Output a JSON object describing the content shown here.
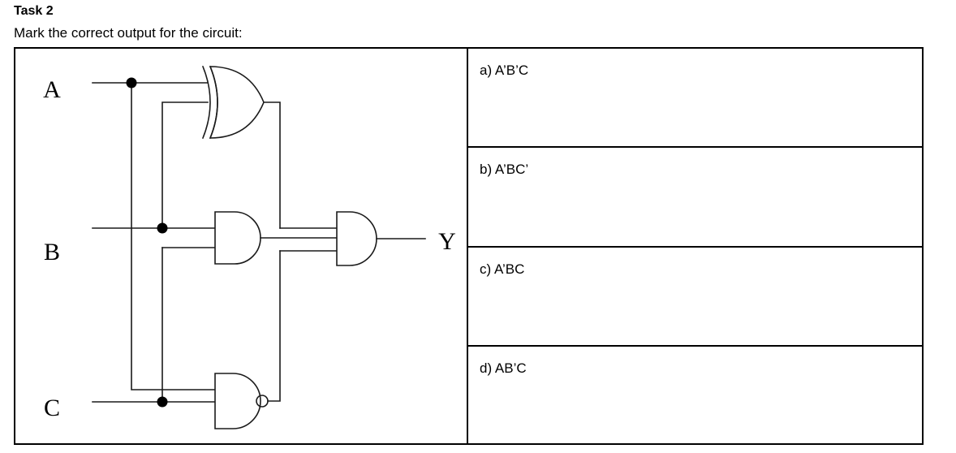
{
  "task": {
    "title": "Task 2",
    "prompt": "Mark the correct output for the circuit:"
  },
  "circuit": {
    "inputs": [
      {
        "name": "A",
        "label": "A"
      },
      {
        "name": "B",
        "label": "B"
      },
      {
        "name": "C",
        "label": "C"
      }
    ],
    "output": {
      "name": "Y",
      "label": "Y"
    },
    "gates": [
      {
        "id": "xor1",
        "type": "XOR",
        "inputs": [
          "A",
          "B"
        ]
      },
      {
        "id": "and1",
        "type": "AND",
        "inputs": [
          "B",
          "C"
        ]
      },
      {
        "id": "nand1",
        "type": "NAND",
        "inputs": [
          "A",
          "C"
        ]
      },
      {
        "id": "and2",
        "type": "AND",
        "inputs": [
          "xor1",
          "and1",
          "nand1"
        ]
      }
    ],
    "colors": {
      "wire": "#1a1a1a",
      "gate_stroke": "#1a1a1a",
      "junction_dot": "#000000",
      "background": "#ffffff"
    }
  },
  "answers": [
    {
      "key": "a",
      "label": "a) A’B’C"
    },
    {
      "key": "b",
      "label": "b) A’BC’"
    },
    {
      "key": "c",
      "label": "c) A’BC"
    },
    {
      "key": "d",
      "label": "d) AB’C"
    }
  ]
}
